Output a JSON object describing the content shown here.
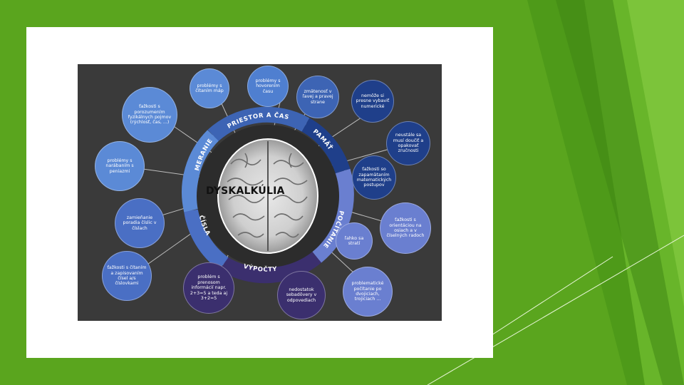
{
  "diagram": {
    "title": "DYSKALKÚLIA",
    "ring_segments": [
      {
        "label": "PRIESTOR A ČAS",
        "color": "#3d64b4"
      },
      {
        "label": "PAMÄŤ",
        "color": "#1f3f8a"
      },
      {
        "label": "POČÍTANIE",
        "color": "#6a7fd0"
      },
      {
        "label": "VÝPOČTY",
        "color": "#3b2f6e"
      },
      {
        "label": "ČÍSLA",
        "color": "#4a6fc4"
      },
      {
        "label": "MERANIE",
        "color": "#5b8ad6"
      }
    ],
    "bubbles": [
      {
        "text": "problémy s čítaním máp",
        "color": "#5b8ad6"
      },
      {
        "text": "problémy s hovorením času",
        "color": "#4f7fd0"
      },
      {
        "text": "zmätenosť v ľavej a pravej strane",
        "color": "#3d64b4"
      },
      {
        "text": "nemôže si presne vybaviť numerické",
        "color": "#1f3f8a"
      },
      {
        "text": "neustále sa musí doučiť a opakovať zručnosti",
        "color": "#1f3f8a"
      },
      {
        "text": "ťažkosti so zapamätaním matematických postupov",
        "color": "#1f3f8a"
      },
      {
        "text": "ťažkosti s porozumením fyzikálnych pojmov (rýchlosť, čas, ...)",
        "color": "#5b8ad6"
      },
      {
        "text": "problémy s narábaním s peniazmi",
        "color": "#5b8ad6"
      },
      {
        "text": "zamieňanie poradia číslic v číslach",
        "color": "#4a6fc4"
      },
      {
        "text": "ťažkosti s čítaním a zapisovaním čísel a/s číslovkami",
        "color": "#4a6fc4"
      },
      {
        "text": "problém s prenosom informácií napr. 2+3=5 a teda aj 3+2=5",
        "color": "#3b2f6e"
      },
      {
        "text": "nedostatok sebadôvery v odpovediach",
        "color": "#3b2f6e"
      },
      {
        "text": "problematické počítanie po dvojiciach, trojiciach ...",
        "color": "#6a7fd0"
      },
      {
        "text": "ľahko sa stratí",
        "color": "#6a7fd0"
      },
      {
        "text": "ťažkosti s orientáciou na osiach a v číselných radoch",
        "color": "#6a7fd0"
      }
    ]
  },
  "theme": {
    "slide_background": "#5aa51e",
    "card": "#ffffff",
    "infographic_bg": "#3a3a3a"
  }
}
